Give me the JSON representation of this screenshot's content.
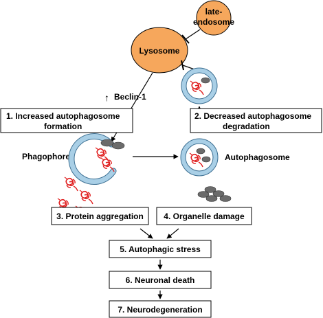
{
  "nodes": {
    "late_endosome": {
      "line1": "late-",
      "line2": "endosome",
      "fill": "#F6A75C"
    },
    "lysosome": {
      "label": "Lysosome",
      "fill": "#F6A75C"
    },
    "phagophore": {
      "label": "Phagophore"
    },
    "autophagosome": {
      "label": "Autophagosome"
    },
    "beclin": {
      "arrow": "↑",
      "label": "Beclin-1"
    }
  },
  "boxes": {
    "box1": {
      "line1": "1. Increased autophagosome",
      "line2": "formation"
    },
    "box2": {
      "line1": "2. Decreased autophagosome",
      "line2": "degradation"
    },
    "box3": {
      "label": "3. Protein aggregation"
    },
    "box4": {
      "label": "4. Organelle damage"
    },
    "box5": {
      "label": "5. Autophagic stress"
    },
    "box6": {
      "label": "6. Neuronal death"
    },
    "box7": {
      "label": "7. Neurodegeneration"
    }
  },
  "colors": {
    "vesicle_outer": "#A9CFE6",
    "vesicle_edge": "#3C6F92",
    "protein": "#E02020",
    "organelle": "#6B6B6B"
  }
}
